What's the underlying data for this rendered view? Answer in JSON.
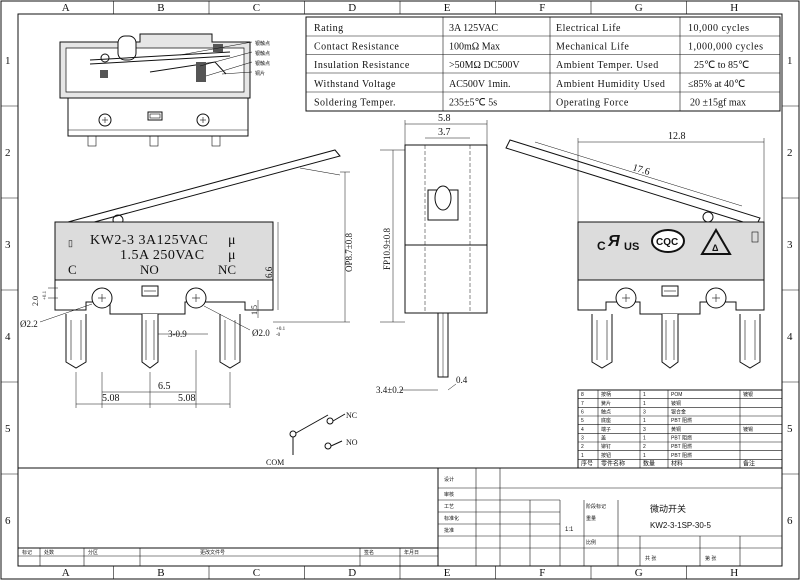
{
  "grid": {
    "columns": [
      "A",
      "B",
      "C",
      "D",
      "E",
      "F",
      "G",
      "H"
    ],
    "rows": [
      "1",
      "2",
      "3",
      "4",
      "5",
      "6"
    ]
  },
  "spec_table": [
    {
      "label": "Rating",
      "value": "3A  125VAC",
      "label2": "Electrical Life",
      "value2": "10,000 cycles"
    },
    {
      "label": "Contact Resistance",
      "value": "100mΩ  Max",
      "label2": "Mechanical Life",
      "value2": "1,000,000 cycles"
    },
    {
      "label": "Insulation Resistance",
      "value": ">50MΩ  DC500V",
      "label2": "Ambient Temper. Used",
      "value2": "25℃ to 85℃"
    },
    {
      "label": "Withstand Voltage",
      "value": "AC500V  1min.",
      "label2": "Ambient Humidity Used",
      "value2": "≤85% at 40℃"
    },
    {
      "label": "Soldering Temper.",
      "value": "235±5℃ 5s",
      "label2": "Operating Force",
      "value2": "20 ±15gf max"
    }
  ],
  "front_view": {
    "marking_line1": "KW2-3  3A125VAC",
    "marking_line2": "1.5A  250VAC",
    "mu_symbol": "μ",
    "terminal_c": "C",
    "terminal_no": "NO",
    "terminal_nc": "NC",
    "dim_hole_left": "Ø2.2",
    "dim_hole_right": "Ø2.0",
    "dim_hole_right_tol_upper": "+0.1",
    "dim_hole_right_tol_lower": "-0",
    "dim_2_0": "2.0",
    "dim_2_0_tol": "+0.1",
    "dim_3_09": "3-0.9",
    "dim_6_5": "6.5",
    "dim_508_left": "5.08",
    "dim_508_right": "5.08",
    "dim_6_6": "6.6",
    "dim_1_5": "1.5"
  },
  "side_view": {
    "dim_5_8": "5.8",
    "dim_3_7": "3.7",
    "dim_op": "OP8.7±0.8",
    "dim_fp": "FP10.9±0.8",
    "dim_3_4": "3.4±0.2",
    "dim_0_4": "0.4"
  },
  "back_view": {
    "dim_12_8": "12.8",
    "dim_17_6": "17.6",
    "cert_c": "C",
    "cert_us": "US",
    "cert_cqc": "CQC"
  },
  "schematic": {
    "nc": "NC",
    "no": "NO",
    "com": "COM"
  },
  "section_view": {
    "callouts": [
      "银触点",
      "银触点",
      "银触点",
      "铜片"
    ]
  },
  "bom": {
    "rows": [
      {
        "no": "8",
        "part": "按柄",
        "qty": "1",
        "material": "POM",
        "note": "镀银"
      },
      {
        "no": "7",
        "part": "簧片",
        "qty": "1",
        "material": "铍铜",
        "note": ""
      },
      {
        "no": "6",
        "part": "触点",
        "qty": "3",
        "material": "银合金",
        "note": ""
      },
      {
        "no": "5",
        "part": "底座",
        "qty": "1",
        "material": "PBT 阻燃",
        "note": ""
      },
      {
        "no": "4",
        "part": "端子",
        "qty": "3",
        "material": "黄铜",
        "note": "镀锡"
      },
      {
        "no": "3",
        "part": "盖",
        "qty": "1",
        "material": "PBT 阻燃",
        "note": ""
      },
      {
        "no": "2",
        "part": "铆钉",
        "qty": "2",
        "material": "PBT 阻燃",
        "note": ""
      },
      {
        "no": "1",
        "part": "按钮",
        "qty": "1",
        "material": "PBT 阻燃",
        "note": ""
      }
    ],
    "header": {
      "no": "序号",
      "part": "零件名称",
      "qty": "数量",
      "material": "材料",
      "note": "备注"
    }
  },
  "title_block": {
    "product_name": "微动开关",
    "model": "KW2-3-1SP-30-5",
    "labels_left": [
      "标记",
      "处数",
      "分区",
      "更改文件号",
      "签名",
      "年月日"
    ],
    "labels_mid": [
      "设计",
      "审核",
      "工艺",
      "标准化",
      "批准"
    ],
    "labels_right": [
      "阶段标记",
      "重量",
      "比例",
      "共 张",
      "第 张"
    ],
    "scale": "1:1"
  }
}
